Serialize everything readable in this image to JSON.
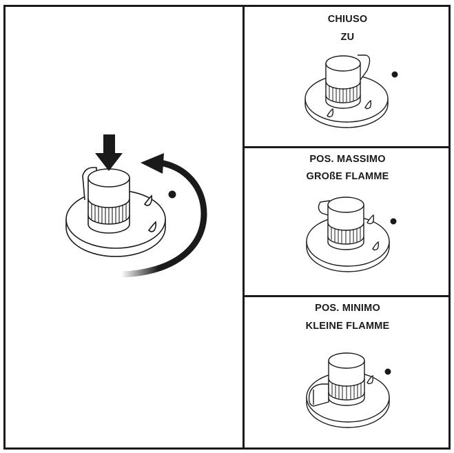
{
  "panels": [
    {
      "line1": "CHIUSO",
      "line2": "ZU"
    },
    {
      "line1": "POS. MASSIMO",
      "line2": "GROßE FLAMME"
    },
    {
      "line1": "POS. MINIMO",
      "line2": "KLEINE FLAMME"
    }
  ],
  "colors": {
    "ink": "#1a1a1a",
    "background": "#ffffff"
  },
  "icons": {
    "main": "knob-push-and-rotate-icon",
    "closed": "knob-closed-position-icon",
    "max": "knob-max-flame-icon",
    "min": "knob-min-flame-icon"
  }
}
